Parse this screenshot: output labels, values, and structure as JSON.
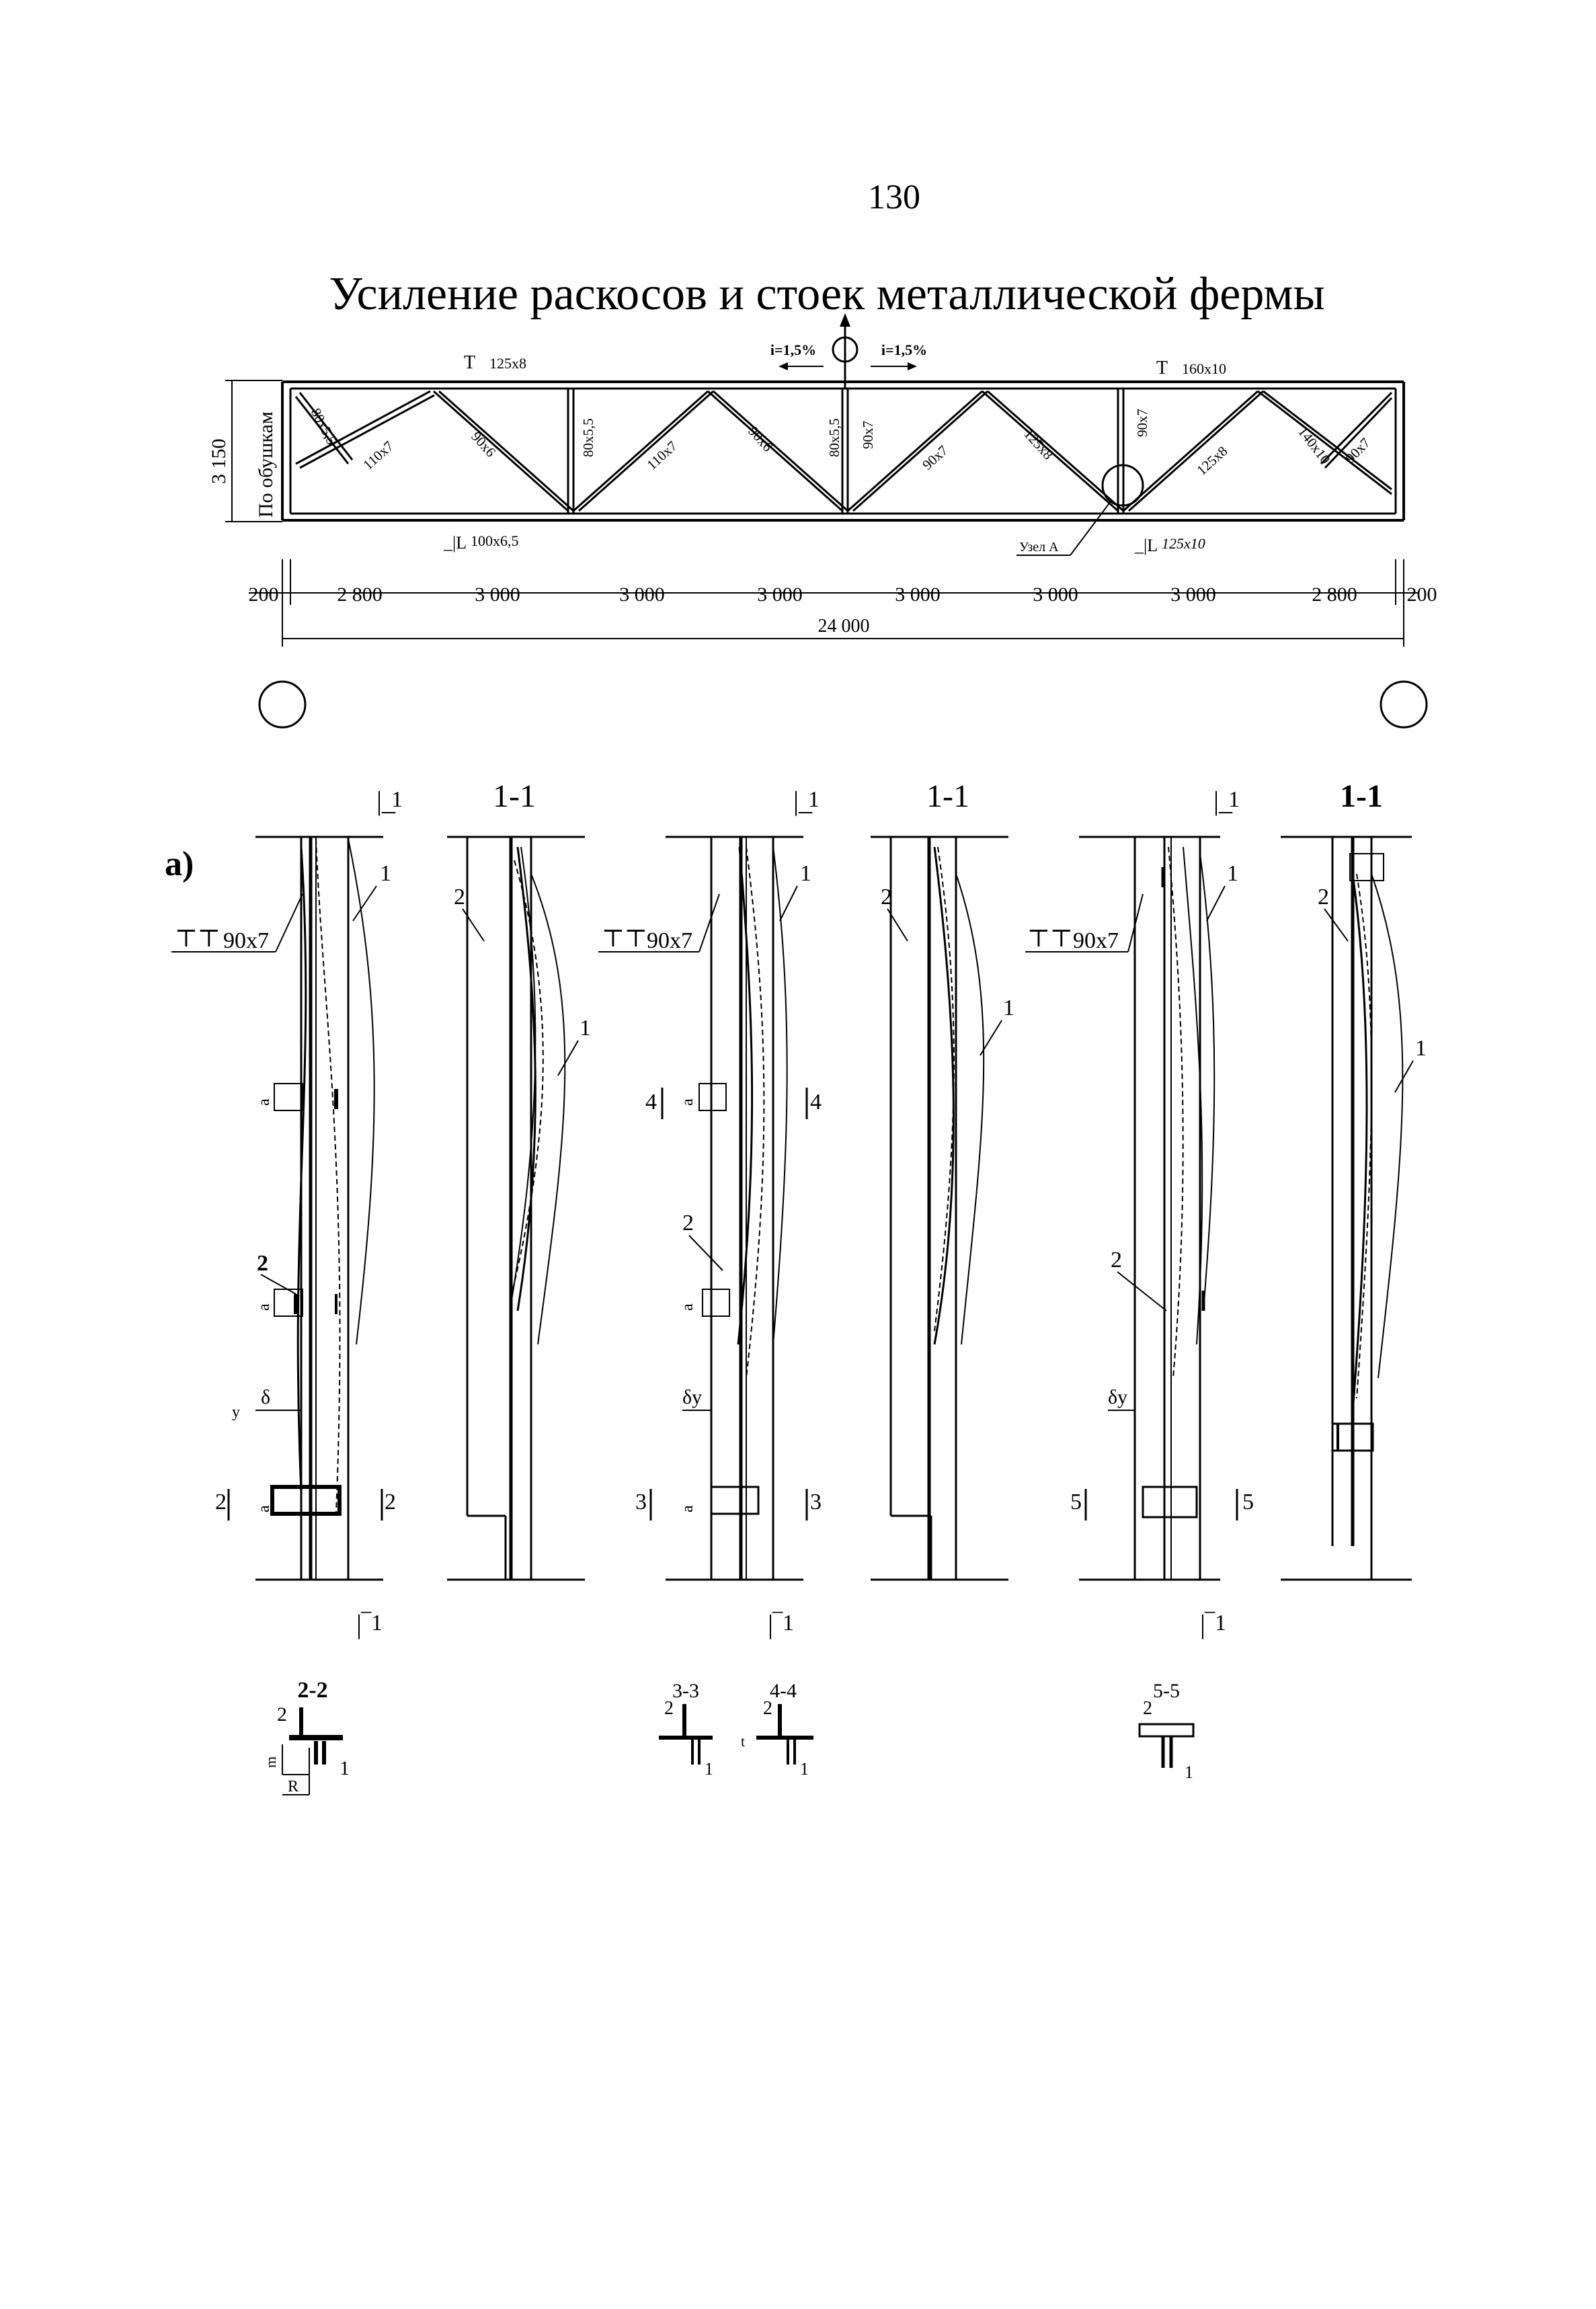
{
  "page_number": "130",
  "title": "Усиление раскосов и стоек металлической фермы",
  "truss": {
    "height_dim": "3 150",
    "height_label": "По обушкам",
    "top_chord_left": "125x8",
    "top_chord_right": "160x10",
    "slope_left": "i=1,5%",
    "slope_right": "i=1,5%",
    "bottom_chord_left": "100x6,5",
    "bottom_chord_right": "125x10",
    "node_label": "Узел А",
    "members": [
      "80x5,5",
      "110x7",
      "90x6",
      "80x5,5",
      "110x7",
      "90x6",
      "80x5,5",
      "90x7",
      "90x7",
      "125x8",
      "90x7",
      "125x8",
      "140x10",
      "90x7"
    ],
    "spans": [
      "200",
      "2 800",
      "3 000",
      "3 000",
      "3 000",
      "3 000",
      "3 000",
      "3 000",
      "2 800",
      "200"
    ],
    "total_length": "24 000"
  },
  "details": {
    "variant_label": "а)",
    "section_title": "1-1",
    "section_mark": "1",
    "profile_label": "90x7",
    "element_1": "1",
    "element_2": "2",
    "weld_label": "a",
    "gap_label": "δ",
    "gap_label_y": "δу",
    "y_label": "y",
    "cut_2": "2",
    "cut_3": "3",
    "cut_4": "4",
    "cut_5": "5",
    "sections": [
      {
        "title": "2-2",
        "dim_m": "m",
        "dim_r": "R"
      },
      {
        "title": "3-3"
      },
      {
        "title": "4-4",
        "dim_t": "t"
      },
      {
        "title": "5-5"
      }
    ]
  }
}
